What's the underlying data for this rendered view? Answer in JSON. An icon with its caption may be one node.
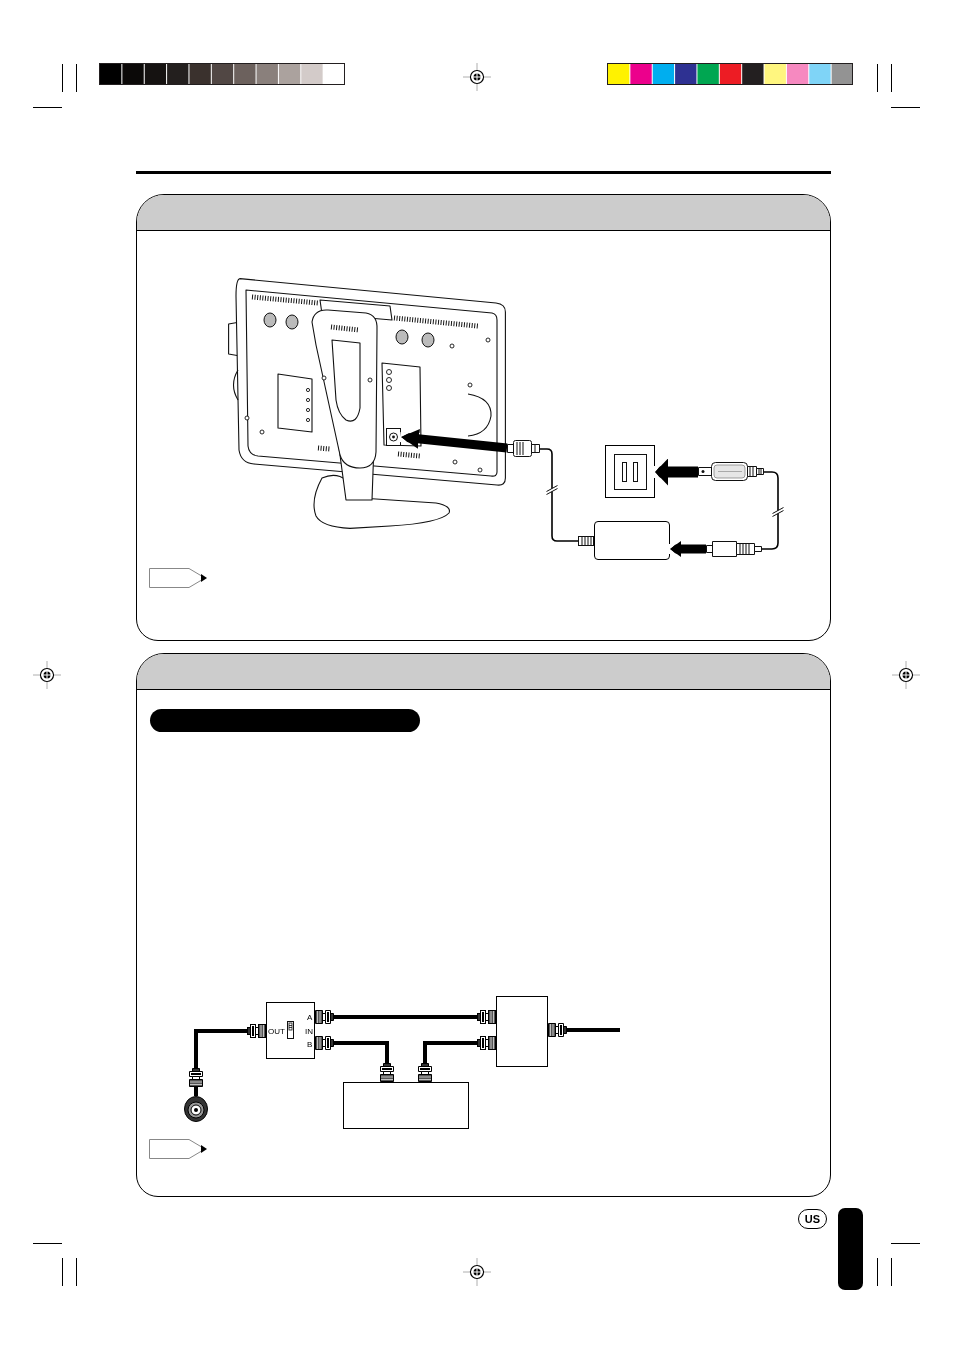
{
  "diagram": {
    "nodes": [
      {
        "text": [],
        "shape": "picture"
      },
      {
        "text": [],
        "shape": "picture",
        "in": 0
      },
      {
        "text": [],
        "shape": "picture"
      },
      {
        "text": [],
        "shape": "box"
      },
      {
        "text": [],
        "shape": "picture"
      },
      {
        "text": [],
        "shape": "box"
      },
      {
        "text": [],
        "shape": "picture"
      },
      {
        "text": [],
        "shape": "bar"
      },
      {
        "text": [
          "A",
          "OUT",
          "IN",
          "B"
        ]
      },
      {
        "text": [],
        "shape": "box"
      },
      {
        "text": [],
        "shape": "box"
      },
      {
        "text": [],
        "shape": "picture"
      },
      {
        "text": [
          "US"
        ]
      }
    ],
    "edges": [
      {
        "from": 2,
        "to": 1,
        "arrow": "to",
        "style": "thick"
      },
      {
        "from": 2,
        "to": 5,
        "arrow": "none"
      },
      {
        "from": 4,
        "to": 3,
        "arrow": "to",
        "style": "thick"
      },
      {
        "from": 6,
        "to": 5,
        "arrow": "to",
        "style": "thick"
      },
      {
        "from": 4,
        "to": 6,
        "arrow": "none"
      },
      {
        "from": 11,
        "to": 8,
        "arrow": "other"
      },
      {
        "from": 8,
        "to": 9,
        "arrow": "other"
      },
      {
        "from": 8,
        "to": 10,
        "arrow": "other"
      },
      {
        "from": 10,
        "to": 9,
        "arrow": "other"
      },
      {
        "from": null,
        "to": 9,
        "arrow": "other"
      }
    ]
  }
}
